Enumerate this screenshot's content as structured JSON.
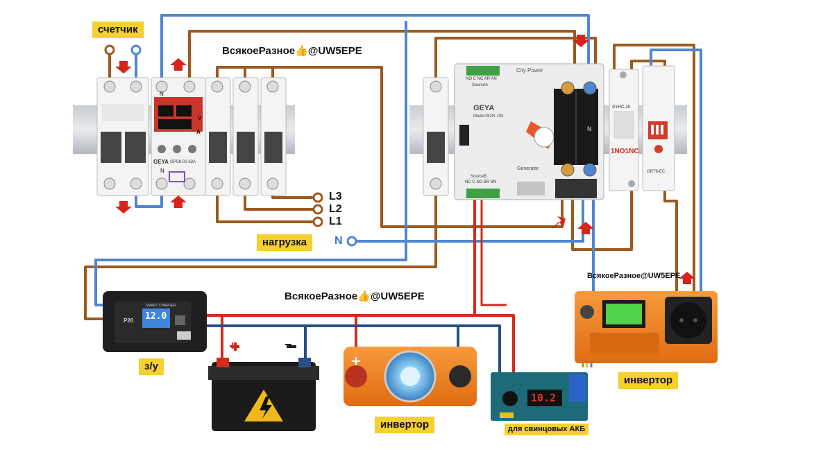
{
  "labels": {
    "meter": "счетчик",
    "load": "нагрузка",
    "charger": "з/у",
    "inverter_left": "инвертор",
    "inverter_right": "инвертор",
    "lead_acid": "для свинцовых АКБ"
  },
  "watermarks": {
    "top": "ВсякоеРазное👍@UW5EPE",
    "middle": "ВсякоеРазное👍@UW5EPE",
    "small": "ВсякоеРазное@UW5EPE"
  },
  "load_lines": {
    "l3": "L3",
    "l2": "L2",
    "l1": "L1",
    "n": "N"
  },
  "devices": {
    "geya_brand": "GEYA",
    "voltage_relay_model": "GPS8-02 63A",
    "ats_model": "Model:W2R-100",
    "ats_city": "City Power",
    "ats_generator": "Generator",
    "ats_source_a": "SourceA",
    "ats_source_b": "SourceB",
    "ats_terms_top": "NO C NC AR AN",
    "ats_terms_bottom": "NC C NO BR BN",
    "relay_model": "GYHC-25",
    "time_relay_model": "GRT8-EC",
    "relay_contact_note": "1NO1NC",
    "charger_title": "SMART CHARGER",
    "charger_model": "P20",
    "charger_display": "12.0",
    "controller_display": "10.2",
    "battery_plus": "+",
    "battery_minus": "−",
    "n_mark": "N",
    "v_mark": "V",
    "a_mark": "A"
  },
  "colors": {
    "phase_wire": "#9b5a1f",
    "neutral_wire": "#4f86cf",
    "dc_plus": "#d52b1e",
    "dc_minus": "#2a4f86",
    "label_bg": "#f5d02e",
    "inverter_orange": "#ec7a1a",
    "arrow_red": "#d8231a"
  }
}
